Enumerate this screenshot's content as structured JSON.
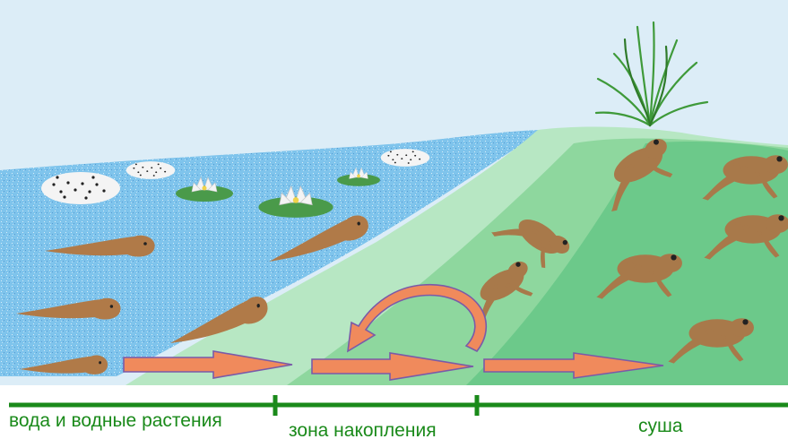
{
  "colors": {
    "sky": "#dcedf7",
    "water": "#7fc4ec",
    "shore_light": "#b7e7c3",
    "shore_mid": "#8ed79e",
    "land_dark": "#6cc98a",
    "arrow_fill": "#f08a5c",
    "arrow_stroke": "#7a5aa8",
    "axis_line": "#1a8a1a",
    "label_text": "#1a8a1a",
    "frog_body": "#a8794a",
    "frog_spots": "#5a3a1c",
    "tadpole_body": "#b07a48",
    "lily_pad": "#4a9a4a",
    "lily_flower": "#f4f4f4",
    "grass": "#3f9a3a",
    "egg_mass": "#f4f4f4",
    "egg_dot": "#222222"
  },
  "labels": {
    "water_zone": "вода и водные растения",
    "accumulation_zone": "зона накопления",
    "land_zone": "суша"
  },
  "icons": {
    "tadpole": "tadpole-icon",
    "frog": "frog-icon",
    "lily": "water-lily-icon",
    "eggs": "frog-eggs-icon",
    "grass": "grass-tuft-icon",
    "arrow": "right-arrow-icon",
    "return_arrow": "curved-return-arrow-icon"
  }
}
